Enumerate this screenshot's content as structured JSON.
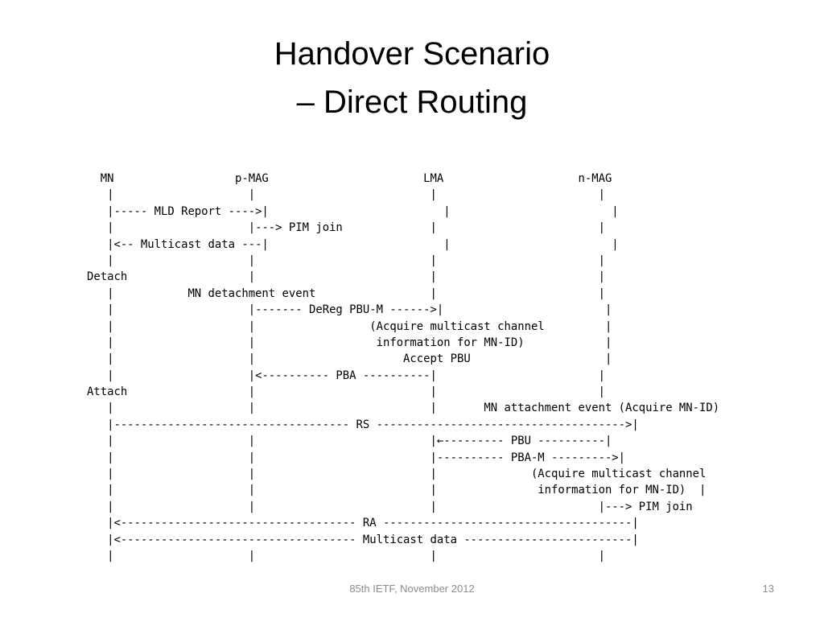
{
  "title": {
    "line1": "Handover Scenario",
    "line2": "– Direct Routing"
  },
  "flow_lines": [
    "  MN                  p-MAG                       LMA                    n-MAG",
    "   |                    |                          |                        |",
    "   |----- MLD Report ---->|                          |                        |",
    "   |                    |---> PIM join             |                        |",
    "   |<-- Multicast data ---|                          |                        |",
    "   |                    |                          |                        |",
    "Detach                  |                          |                        |",
    "   |           MN detachment event                 |                        |",
    "   |                    |------- DeReg PBU-M ------>|                        |",
    "   |                    |                 (Acquire multicast channel         |",
    "   |                    |                  information for MN-ID)            |",
    "   |                    |                      Accept PBU                    |",
    "   |                    |<---------- PBA ----------|                        |",
    "Attach                  |                          |                        |",
    "   |                    |                          |       MN attachment event (Acquire MN-ID)",
    "   |----------------------------------- RS ------------------------------------->|",
    "   |                    |                          |←--------- PBU ----------|",
    "   |                    |                          |---------- PBA-M --------->|",
    "   |                    |                          |              (Acquire multicast channel",
    "   |                    |                          |               information for MN-ID)  |",
    "   |                    |                          |                        |---> PIM join",
    "   |<----------------------------------- RA -------------------------------------|",
    "   |<----------------------------------- Multicast data -------------------------|",
    "   |                    |                          |                        |"
  ],
  "footer": {
    "text": "85th IETF, November 2012",
    "page_number": "13"
  }
}
